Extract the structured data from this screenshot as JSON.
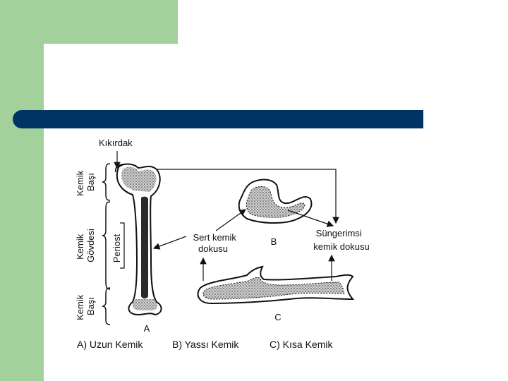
{
  "colors": {
    "side_green": "#a2d19c",
    "title_bar": "#003366",
    "bone_outline": "#111111",
    "spongy_fill": "#c8c8c8",
    "marrow": "#2a2a2a"
  },
  "diagram": {
    "labels": {
      "cartilage": "Kıkırdak",
      "head_top_1": "Kemik",
      "head_top_2": "Başı",
      "shaft_1": "Kemik",
      "shaft_2": "Gövdesi",
      "periost": "Periost",
      "head_bottom_1": "Kemik",
      "head_bottom_2": "Başı",
      "compact_1": "Sert kemik",
      "compact_2": "dokusu",
      "spongy_1": "Süngerimsi",
      "spongy_2": "kemik dokusu",
      "letter_a": "A",
      "letter_b": "B",
      "letter_c": "C"
    },
    "captions": {
      "a": "A) Uzun Kemik",
      "b": "B) Yassı Kemik",
      "c": "C) Kısa Kemik"
    }
  }
}
